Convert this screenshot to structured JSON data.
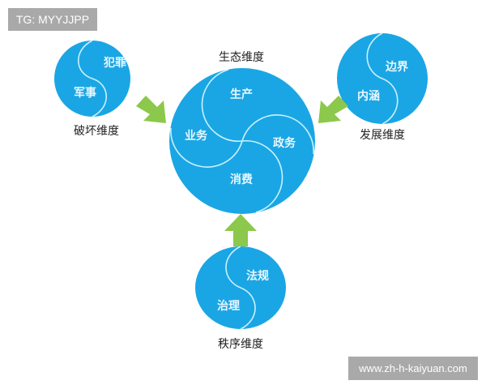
{
  "colors": {
    "circle_fill": "#1aa6e4",
    "swirl_line": "#c9f1ff",
    "arrow": "#8cc84b",
    "watermark_bg": "#a9a9a9"
  },
  "watermarks": {
    "top_left": "TG: MYYJJPP",
    "bottom_right": "www.zh-h-kaiyuan.com"
  },
  "center": {
    "title": "生态维度",
    "segments": [
      "生产",
      "政务",
      "消费",
      "业务"
    ]
  },
  "satellites": {
    "destruction": {
      "title": "破坏维度",
      "segments": [
        "犯罪",
        "军事"
      ]
    },
    "development": {
      "title": "发展维度",
      "segments": [
        "边界",
        "内涵"
      ]
    },
    "order": {
      "title": "秩序维度",
      "segments": [
        "法规",
        "治理"
      ]
    }
  }
}
